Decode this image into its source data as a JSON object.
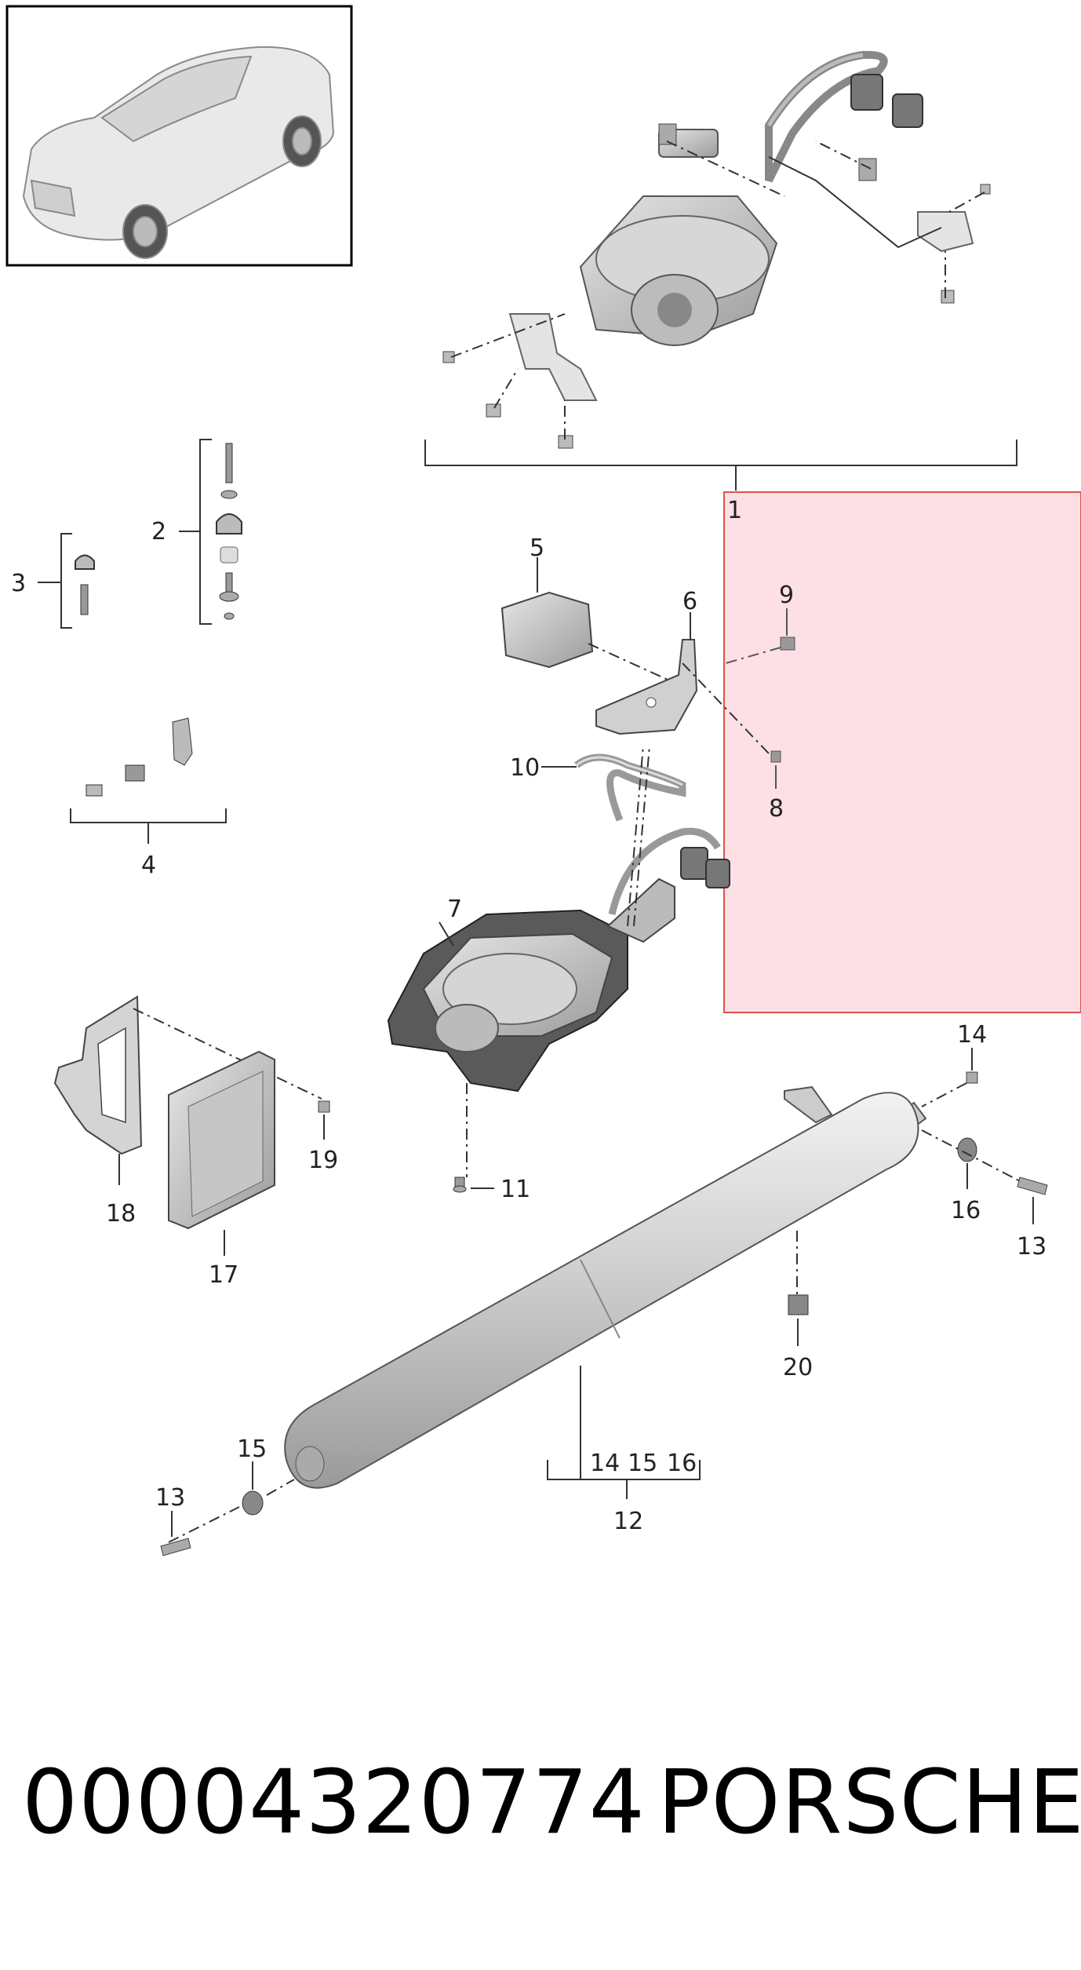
{
  "diagram": {
    "callouts": {
      "c1": "1",
      "c2": "2",
      "c3": "3",
      "c4": "4",
      "c5": "5",
      "c6": "6",
      "c7": "7",
      "c8": "8",
      "c9": "9",
      "c10": "10",
      "c11": "11",
      "c12": "12",
      "c13a": "13",
      "c13b": "13",
      "c14a": "14",
      "c14b": "14",
      "c15a": "15",
      "c15b": "15",
      "c16a": "16",
      "c16b": "16",
      "c17": "17",
      "c18": "18",
      "c19": "19",
      "c20": "20"
    },
    "highlight_color": "#fde0e6",
    "highlight_border": "#d9534f",
    "part_color": "#c8c8c8",
    "line_color": "#333333"
  },
  "footer": {
    "part_number": "00004320774",
    "brand": "PORSCHE"
  }
}
